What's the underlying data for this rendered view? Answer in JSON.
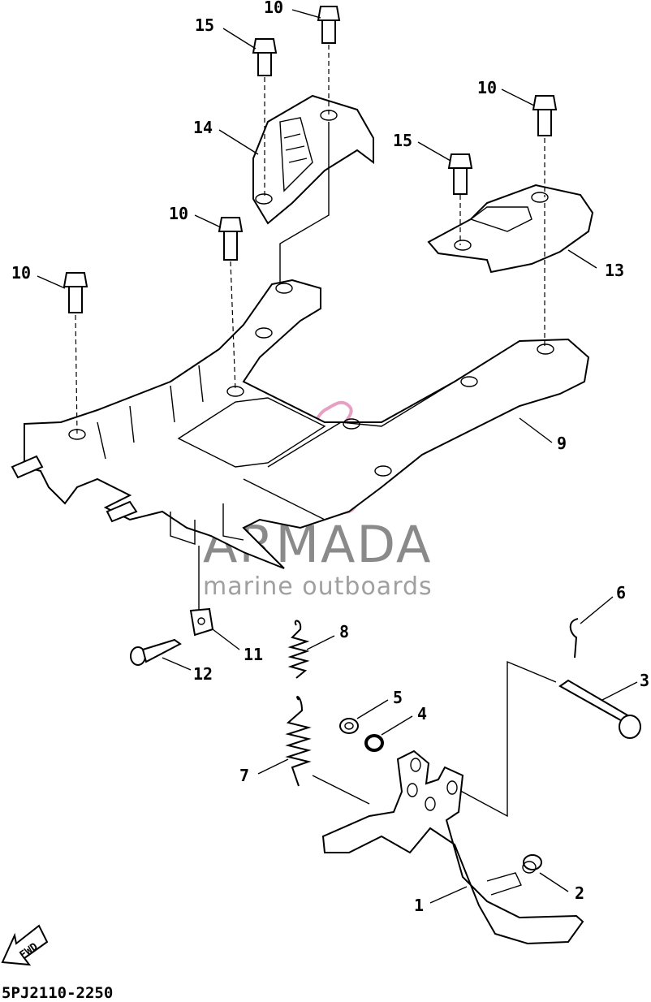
{
  "diagram": {
    "code": "5PJ2110-2250",
    "fwd_label": "FWD",
    "watermark": {
      "title": "ARMADA",
      "subtitle": "marine outboards",
      "accent": "#e6a0c4"
    },
    "callouts": [
      {
        "id": "c10a",
        "text": "10"
      },
      {
        "id": "c15a",
        "text": "15"
      },
      {
        "id": "c14",
        "text": "14"
      },
      {
        "id": "c10b",
        "text": "10"
      },
      {
        "id": "c15b",
        "text": "15"
      },
      {
        "id": "c10c",
        "text": "10"
      },
      {
        "id": "c10d",
        "text": "10"
      },
      {
        "id": "c13",
        "text": "13"
      },
      {
        "id": "c9",
        "text": "9"
      },
      {
        "id": "c6",
        "text": "6"
      },
      {
        "id": "c3",
        "text": "3"
      },
      {
        "id": "c8",
        "text": "8"
      },
      {
        "id": "c5",
        "text": "5"
      },
      {
        "id": "c4",
        "text": "4"
      },
      {
        "id": "c11",
        "text": "11"
      },
      {
        "id": "c12",
        "text": "12"
      },
      {
        "id": "c7",
        "text": "7"
      },
      {
        "id": "c2",
        "text": "2"
      },
      {
        "id": "c1",
        "text": "1"
      }
    ]
  }
}
